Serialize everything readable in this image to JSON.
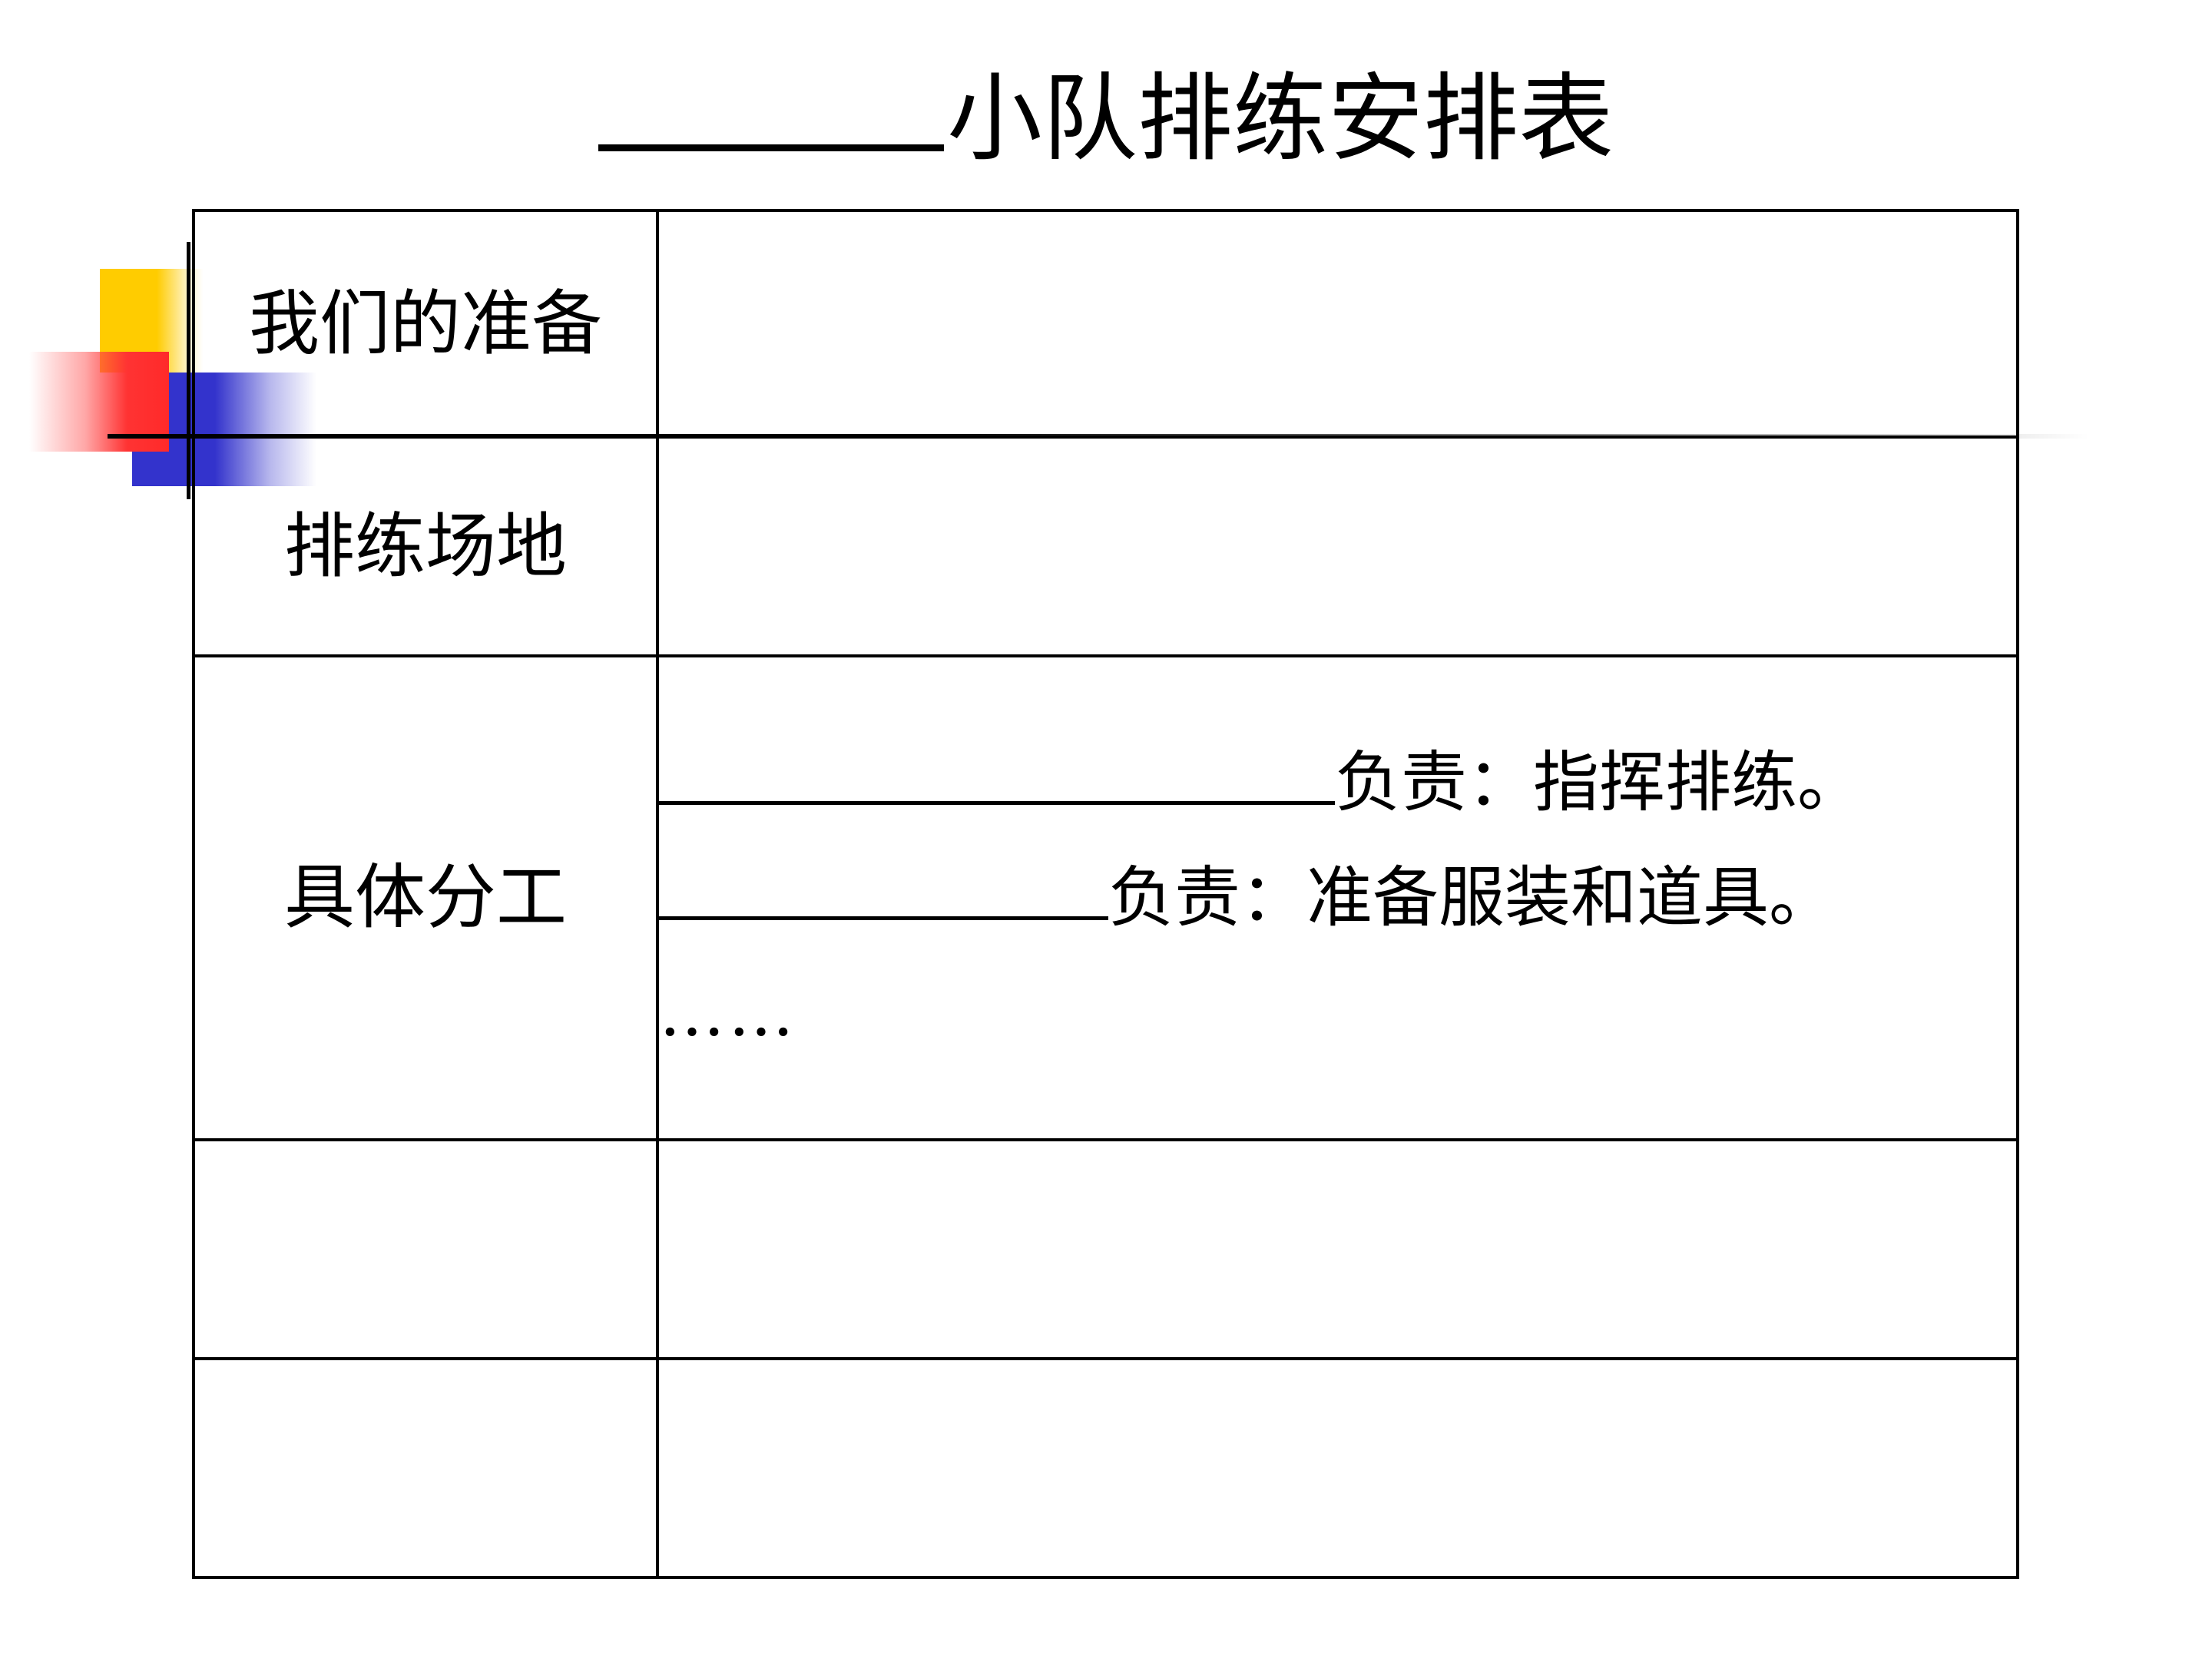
{
  "title": {
    "text": "小队排练安排表"
  },
  "table": {
    "rows": [
      {
        "label": "我们的准备"
      },
      {
        "label": "排练场地"
      },
      {
        "label": "具体分工"
      },
      {
        "label": ""
      },
      {
        "label": ""
      }
    ],
    "assignments": [
      {
        "text": "负责：指挥排练。"
      },
      {
        "text": "负责：准备服装和道具。"
      }
    ],
    "ellipsis": "……"
  },
  "decoration": {
    "colors": {
      "yellow": "#ffcc00",
      "blue": "#3333cc",
      "red": "#ff3333"
    }
  }
}
